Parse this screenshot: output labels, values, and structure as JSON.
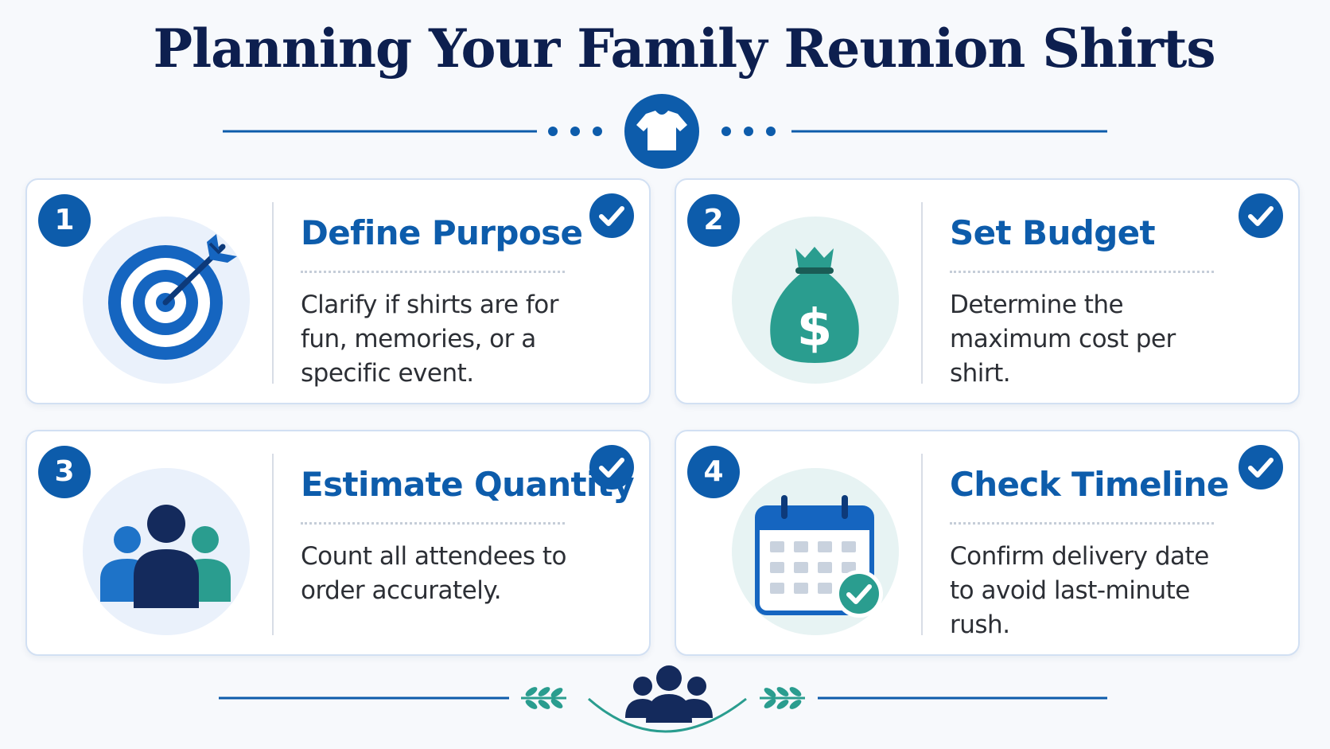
{
  "title": "Planning Your Family Reunion Shirts",
  "colors": {
    "navy": "#0d1f4f",
    "blue": "#0d5cab",
    "teal": "#2a9d8f",
    "card_border": "#d2e0f3"
  },
  "header_icon": "t-shirt-icon",
  "footer_icon": "family-group-icon",
  "steps": [
    {
      "number": "1",
      "title": "Define Purpose",
      "description": "Clarify if shirts are for fun, memories, or a specific event.",
      "icon": "target-arrow-icon",
      "checked": true
    },
    {
      "number": "2",
      "title": "Set Budget",
      "description": "Determine the maximum cost per shirt.",
      "icon": "money-bag-icon",
      "checked": true
    },
    {
      "number": "3",
      "title": "Estimate Quantity",
      "description": "Count all attendees to order accurately.",
      "icon": "people-group-icon",
      "checked": true
    },
    {
      "number": "4",
      "title": "Check Timeline",
      "description": "Confirm delivery date to avoid last-minute rush.",
      "icon": "calendar-check-icon",
      "checked": true
    }
  ]
}
